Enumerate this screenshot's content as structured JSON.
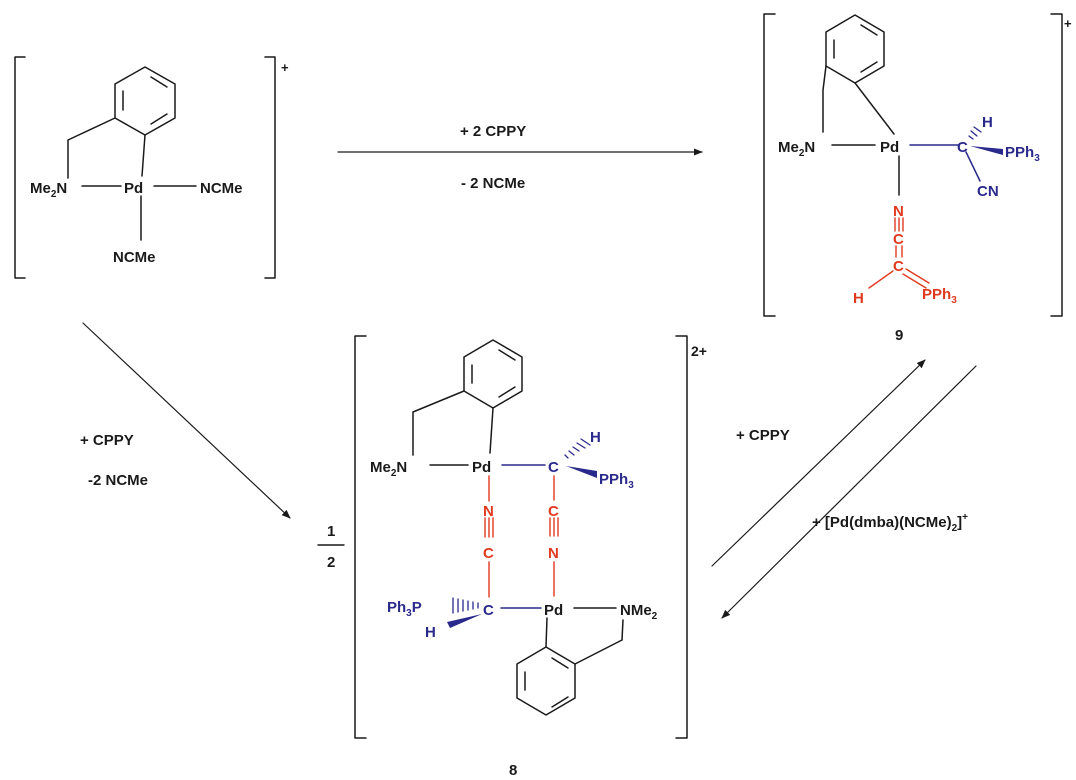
{
  "colors": {
    "black": "#1a1a1a",
    "blue": "#2a2a8c",
    "red": "#e03a1e"
  },
  "reagents": {
    "top_plus": "+  2 CPPY",
    "top_minus": "- 2 NCMe",
    "left_plus": "+ CPPY",
    "left_minus": "-2 NCMe",
    "right_plus": "+ CPPY",
    "right_reagent": "+ [Pd(dmba)(NCMe)",
    "right_reagent_sub": "2",
    "right_reagent_end": "]",
    "right_reagent_charge": "+"
  },
  "start": {
    "me2n": "Me",
    "me2n_sub": "2",
    "me2n_end": "N",
    "pd": "Pd",
    "ncme_right": "NCMe",
    "ncme_bottom": "NCMe",
    "charge": "+"
  },
  "compound9": {
    "label": "9",
    "charge": "+",
    "me2n": "Me",
    "me2n_sub": "2",
    "me2n_end": "N",
    "pd": "Pd",
    "c": "C",
    "h": "H",
    "pph3": "PPh",
    "pph3_sub": "3",
    "cn": "CN",
    "n_red": "N",
    "c_red1": "C",
    "c_red2": "C",
    "h_red": "H",
    "pph3_red": "PPh",
    "pph3_red_sub": "3"
  },
  "compound8": {
    "label": "8",
    "charge": "2+",
    "frac_num": "1",
    "frac_den": "2",
    "me2n": "Me",
    "me2n_sub": "2",
    "me2n_end": "N",
    "pd_top": "Pd",
    "c_top": "C",
    "h_top": "H",
    "pph3_top": "PPh",
    "pph3_top_sub": "3",
    "n_left": "N",
    "c_left": "C",
    "c_right": "C",
    "n_right": "N",
    "ph3p": "Ph",
    "ph3p_sub": "3",
    "ph3p_end": "P",
    "c_bottom": "C",
    "h_bottom": "H",
    "pd_bottom": "Pd",
    "nme2": "NMe",
    "nme2_sub": "2"
  }
}
